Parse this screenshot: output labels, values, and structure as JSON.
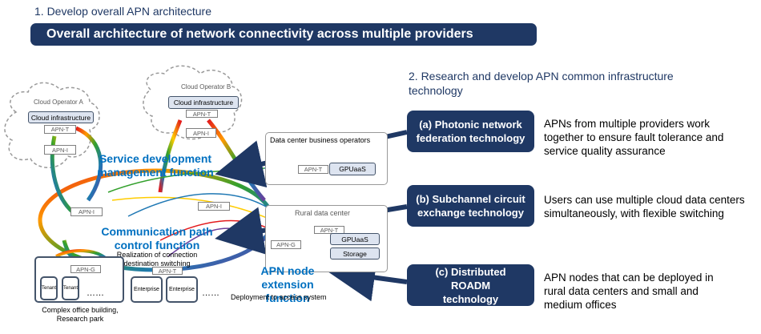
{
  "section1_heading": "1. Develop overall APN architecture",
  "banner_title": "Overall architecture of network connectivity across multiple providers",
  "section2_heading": "2. Research and develop APN common infrastructure technology",
  "technologies": [
    {
      "label": "(a) Photonic network federation technology",
      "description": "APNs from multiple providers work together to ensure fault tolerance and service quality assurance"
    },
    {
      "label": "(b) Subchannel circuit exchange technology",
      "description": "Users can use multiple cloud data centers simultaneously, with flexible switching"
    },
    {
      "label": "(c) Distributed ROADM technology",
      "description": "APN nodes that can be deployed in rural data centers and small and medium offices"
    }
  ],
  "functions": {
    "service_dev": "Service development management function",
    "comm_path": "Communication path control function",
    "comm_path_note": "Realization of connection destination switching",
    "apn_node": "APN node extension function",
    "apn_node_note": "Deployment to access system"
  },
  "cloud_a": {
    "name": "Cloud Operator A",
    "infra": "Cloud infrastructure",
    "apn_t": "APN-T",
    "apn_i": "APN-I"
  },
  "cloud_b": {
    "name": "Cloud Operator B",
    "infra": "Cloud infrastructure",
    "apn_t": "APN-T",
    "apn_i": "APN-I"
  },
  "dc_business": {
    "name": "Data center business operators",
    "apn_t": "APN-T",
    "service": "GPUaaS"
  },
  "rural_dc": {
    "name": "Rural data center",
    "apn_t": "APN-T",
    "apn_g": "APN-G",
    "service1": "GPUaaS",
    "service2": "Storage"
  },
  "apn_i_left": "APN-I",
  "apn_i_mid": "APN-I",
  "office": {
    "apn_g": "APN-G",
    "tenant1": "Tenant",
    "tenant2": "Tenant",
    "dots": "……",
    "caption": "Complex office building, Research park"
  },
  "enterprise": {
    "apn_t": "APN-T",
    "ent1": "Enterprise",
    "ent2": "Enterprise",
    "dots": "……"
  },
  "colors": {
    "navy": "#1f3864",
    "blue": "#0070c0"
  }
}
